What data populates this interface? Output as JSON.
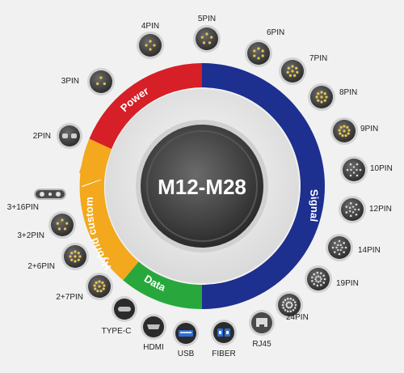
{
  "center_title": "M12-M28",
  "segments": [
    {
      "label": "Power",
      "color": "#d61f26"
    },
    {
      "label": "Signal",
      "color": "#1d2f8f"
    },
    {
      "label": "Data",
      "color": "#28a83c"
    },
    {
      "label": "Hybrid custom",
      "color": "#f3a81d"
    }
  ],
  "connectors": [
    {
      "label": "4PIN",
      "icon": "4pin-connector-icon"
    },
    {
      "label": "5PIN",
      "icon": "5pin-connector-icon"
    },
    {
      "label": "6PIN",
      "icon": "6pin-connector-icon"
    },
    {
      "label": "7PIN",
      "icon": "7pin-connector-icon"
    },
    {
      "label": "8PIN",
      "icon": "8pin-connector-icon"
    },
    {
      "label": "9PIN",
      "icon": "9pin-connector-icon"
    },
    {
      "label": "10PIN",
      "icon": "10pin-connector-icon"
    },
    {
      "label": "12PIN",
      "icon": "12pin-connector-icon"
    },
    {
      "label": "14PIN",
      "icon": "14pin-connector-icon"
    },
    {
      "label": "19PIN",
      "icon": "19pin-connector-icon"
    },
    {
      "label": "24PIN",
      "icon": "24pin-connector-icon"
    },
    {
      "label": "3PIN",
      "icon": "3pin-connector-icon"
    },
    {
      "label": "2PIN",
      "icon": "2pin-connector-icon"
    },
    {
      "label": "3+16PIN",
      "icon": "3-16pin-connector-icon"
    },
    {
      "label": "3+2PIN",
      "icon": "3-2pin-connector-icon"
    },
    {
      "label": "2+6PIN",
      "icon": "2-6pin-connector-icon"
    },
    {
      "label": "2+7PIN",
      "icon": "2-7pin-connector-icon"
    },
    {
      "label": "TYPE-C",
      "icon": "usb-type-c-icon"
    },
    {
      "label": "HDMI",
      "icon": "hdmi-port-icon"
    },
    {
      "label": "USB",
      "icon": "usb-port-icon"
    },
    {
      "label": "FIBER",
      "icon": "fiber-port-icon"
    },
    {
      "label": "RJ45",
      "icon": "rj45-port-icon"
    }
  ]
}
